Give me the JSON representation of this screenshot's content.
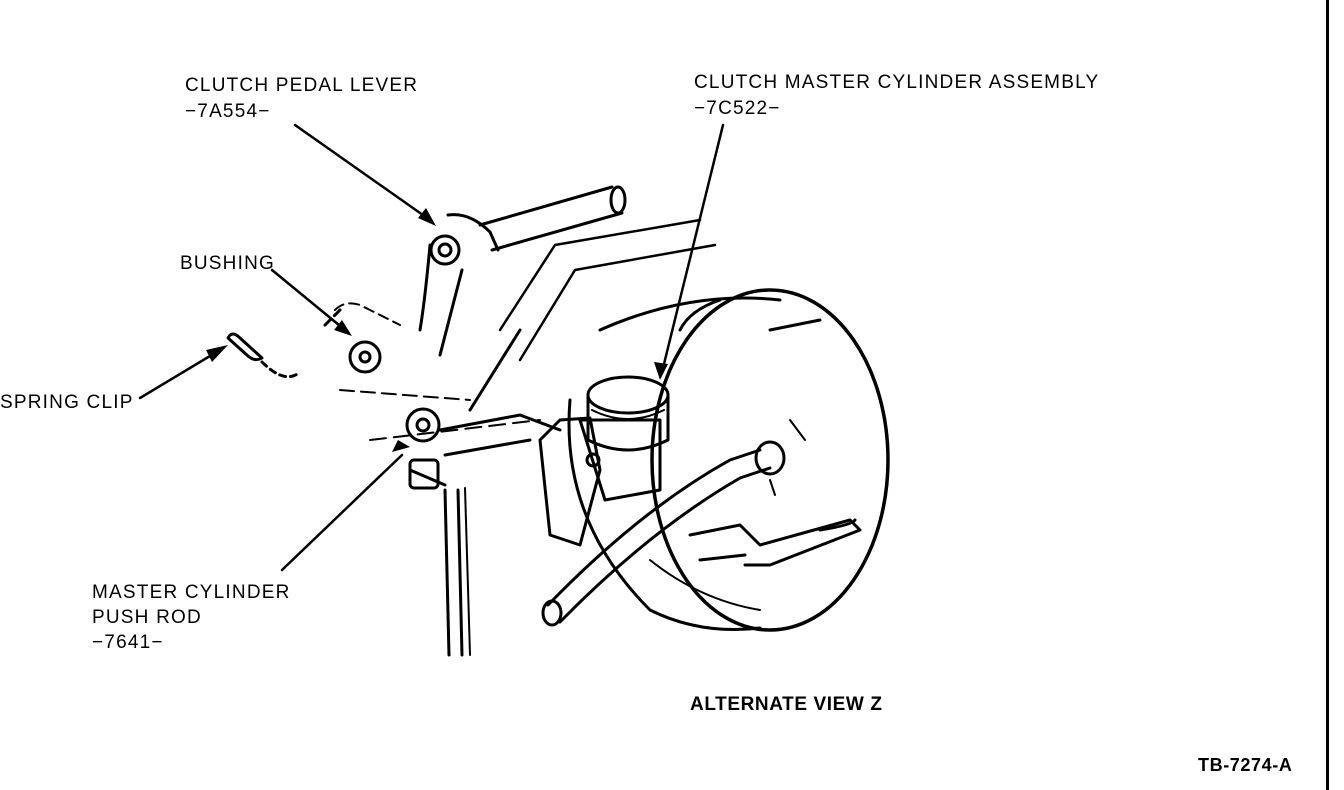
{
  "labels": {
    "clutch_pedal_lever": {
      "name": "CLUTCH PEDAL LEVER",
      "part": "−7A554−"
    },
    "clutch_master_cylinder": {
      "name": "CLUTCH MASTER CYLINDER ASSEMBLY",
      "part": "−7C522−"
    },
    "bushing": {
      "name": "BUSHING"
    },
    "spring_clip": {
      "name": "SPRING CLIP"
    },
    "push_rod": {
      "line1": "MASTER CYLINDER",
      "line2": "PUSH ROD",
      "part": "−7641−"
    }
  },
  "view_title": "ALTERNATE VIEW Z",
  "figure_id": "TB-7274-A",
  "colors": {
    "ink": "#000000",
    "paper": "#ffffff"
  }
}
